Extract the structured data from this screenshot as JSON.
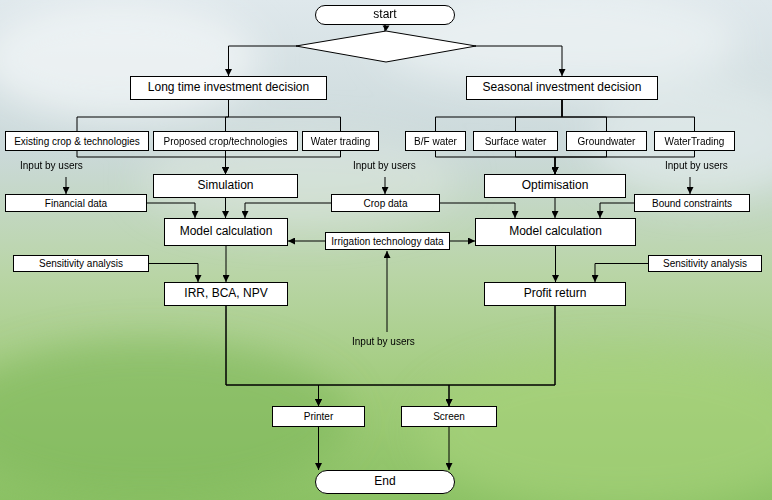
{
  "diagram": {
    "nodes": [
      {
        "text": [
          "start"
        ]
      },
      {
        "text": [
          "Long time investment decision"
        ]
      },
      {
        "text": [
          "Seasonal investment decision"
        ]
      },
      {
        "text": [
          "Existing crop & technologies"
        ]
      },
      {
        "text": [
          "Proposed crop/technologies"
        ]
      },
      {
        "text": [
          "Water trading"
        ]
      },
      {
        "text": [
          "B/F water"
        ]
      },
      {
        "text": [
          "Surface water"
        ]
      },
      {
        "text": [
          "Groundwater"
        ]
      },
      {
        "text": [
          "WaterTrading"
        ]
      },
      {
        "text": [
          "Simulation"
        ]
      },
      {
        "text": [
          "Optimisation"
        ]
      },
      {
        "text": [
          "Financial data"
        ]
      },
      {
        "text": [
          "Crop data"
        ]
      },
      {
        "text": [
          "Bound constraints"
        ]
      },
      {
        "text": [
          "Model calculation"
        ]
      },
      {
        "text": [
          "Irrigation technology data"
        ]
      },
      {
        "text": [
          "Model calculation"
        ]
      },
      {
        "text": [
          "Sensitivity analysis"
        ]
      },
      {
        "text": [
          "IRR, BCA, NPV"
        ]
      },
      {
        "text": [
          "Profit return"
        ]
      },
      {
        "text": [
          "Sensitivity analysis"
        ]
      },
      {
        "text": [
          "Printer"
        ]
      },
      {
        "text": [
          "Screen"
        ]
      },
      {
        "text": [
          "End"
        ]
      }
    ],
    "edges": [
      {
        "from": 0,
        "to": 1,
        "arrow": "to"
      },
      {
        "from": 0,
        "to": 2,
        "arrow": "to"
      },
      {
        "from": 1,
        "to": 3,
        "arrow": "none"
      },
      {
        "from": 1,
        "to": 4,
        "arrow": "none"
      },
      {
        "from": 1,
        "to": 5,
        "arrow": "none"
      },
      {
        "from": 2,
        "to": 6,
        "arrow": "none"
      },
      {
        "from": 2,
        "to": 7,
        "arrow": "none"
      },
      {
        "from": 2,
        "to": 8,
        "arrow": "none"
      },
      {
        "from": 2,
        "to": 9,
        "arrow": "none"
      },
      {
        "from": 3,
        "to": 10,
        "arrow": "to"
      },
      {
        "from": 4,
        "to": 10,
        "arrow": "to"
      },
      {
        "from": 5,
        "to": 10,
        "arrow": "to"
      },
      {
        "from": 6,
        "to": 11,
        "arrow": "to"
      },
      {
        "from": 7,
        "to": 11,
        "arrow": "to"
      },
      {
        "from": 8,
        "to": 11,
        "arrow": "to"
      },
      {
        "from": 9,
        "to": 11,
        "arrow": "to"
      },
      {
        "from": 10,
        "to": 15,
        "arrow": "to"
      },
      {
        "from": 11,
        "to": 17,
        "arrow": "to"
      },
      {
        "from": 12,
        "to": 15,
        "arrow": "to"
      },
      {
        "from": 13,
        "to": 15,
        "arrow": "to"
      },
      {
        "from": 13,
        "to": 17,
        "arrow": "to"
      },
      {
        "from": 14,
        "to": 17,
        "arrow": "to"
      },
      {
        "from": 16,
        "to": 15,
        "arrow": "to"
      },
      {
        "from": 16,
        "to": 17,
        "arrow": "to"
      },
      {
        "from": 15,
        "to": 19,
        "arrow": "to"
      },
      {
        "from": 17,
        "to": 20,
        "arrow": "to"
      },
      {
        "from": 18,
        "to": 19,
        "arrow": "to"
      },
      {
        "from": 21,
        "to": 20,
        "arrow": "to"
      },
      {
        "from": 19,
        "to": 22,
        "arrow": "to"
      },
      {
        "from": 19,
        "to": 23,
        "arrow": "to"
      },
      {
        "from": 20,
        "to": 22,
        "arrow": "to"
      },
      {
        "from": 20,
        "to": 23,
        "arrow": "to"
      },
      {
        "from": 22,
        "to": 24,
        "arrow": "to"
      },
      {
        "from": 23,
        "to": 24,
        "arrow": "to"
      }
    ],
    "labels": [
      "Input by users",
      "Input by users",
      "Input by users",
      "Input by users"
    ]
  }
}
